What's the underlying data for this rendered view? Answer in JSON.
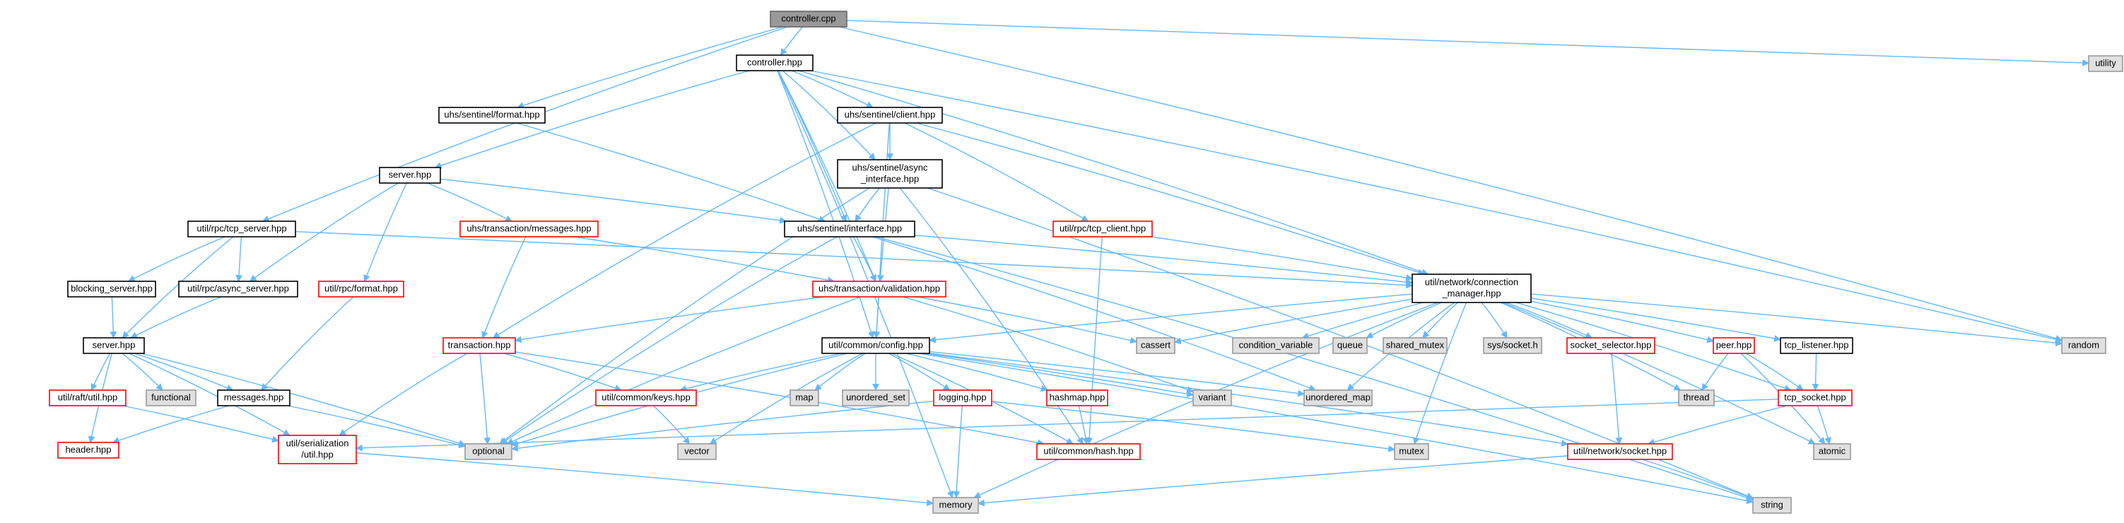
{
  "colors": {
    "edge": "#63b8ff",
    "root_fill": "#999999",
    "node_stroke_black": "#000000",
    "node_stroke_red": "#ff0000",
    "external_fill": "#e0e0e0",
    "external_stroke": "#999999",
    "node_fill": "#ffffff"
  },
  "nodes": [
    {
      "id": "controller_cpp",
      "lines": [
        "controller.cpp"
      ],
      "style": "root"
    },
    {
      "id": "controller_hpp",
      "lines": [
        "controller.hpp"
      ],
      "style": "normal"
    },
    {
      "id": "utility",
      "lines": [
        "utility"
      ],
      "style": "external"
    },
    {
      "id": "uhs_sentinel_format",
      "lines": [
        "uhs/sentinel/format.hpp"
      ],
      "style": "normal"
    },
    {
      "id": "uhs_sentinel_client",
      "lines": [
        "uhs/sentinel/client.hpp"
      ],
      "style": "normal"
    },
    {
      "id": "random",
      "lines": [
        "random"
      ],
      "style": "external"
    },
    {
      "id": "server_hpp_top",
      "lines": [
        "server.hpp"
      ],
      "style": "normal"
    },
    {
      "id": "uhs_sentinel_async",
      "lines": [
        "uhs/sentinel/async",
        "_interface.hpp"
      ],
      "style": "normal"
    },
    {
      "id": "util_rpc_tcp_server",
      "lines": [
        "util/rpc/tcp_server.hpp"
      ],
      "style": "normal"
    },
    {
      "id": "uhs_transaction_messages",
      "lines": [
        "uhs/transaction/messages.hpp"
      ],
      "style": "red"
    },
    {
      "id": "uhs_sentinel_interface",
      "lines": [
        "uhs/sentinel/interface.hpp"
      ],
      "style": "normal"
    },
    {
      "id": "util_rpc_tcp_client",
      "lines": [
        "util/rpc/tcp_client.hpp"
      ],
      "style": "red"
    },
    {
      "id": "util_network_connection_manager",
      "lines": [
        "util/network/connection",
        "_manager.hpp"
      ],
      "style": "normal"
    },
    {
      "id": "blocking_server",
      "lines": [
        "blocking_server.hpp"
      ],
      "style": "normal"
    },
    {
      "id": "util_rpc_async_server",
      "lines": [
        "util/rpc/async_server.hpp"
      ],
      "style": "normal"
    },
    {
      "id": "util_rpc_format",
      "lines": [
        "util/rpc/format.hpp"
      ],
      "style": "red"
    },
    {
      "id": "uhs_transaction_validation",
      "lines": [
        "uhs/transaction/validation.hpp"
      ],
      "style": "red"
    },
    {
      "id": "server_hpp",
      "lines": [
        "server.hpp"
      ],
      "style": "normal"
    },
    {
      "id": "transaction_hpp",
      "lines": [
        "transaction.hpp"
      ],
      "style": "red"
    },
    {
      "id": "util_common_config",
      "lines": [
        "util/common/config.hpp"
      ],
      "style": "normal"
    },
    {
      "id": "cassert",
      "lines": [
        "cassert"
      ],
      "style": "external"
    },
    {
      "id": "condition_variable",
      "lines": [
        "condition_variable"
      ],
      "style": "external"
    },
    {
      "id": "queue",
      "lines": [
        "queue"
      ],
      "style": "external"
    },
    {
      "id": "shared_mutex",
      "lines": [
        "shared_mutex"
      ],
      "style": "external"
    },
    {
      "id": "sys_socket",
      "lines": [
        "sys/socket.h"
      ],
      "style": "external"
    },
    {
      "id": "socket_selector",
      "lines": [
        "socket_selector.hpp"
      ],
      "style": "red"
    },
    {
      "id": "peer_hpp",
      "lines": [
        "peer.hpp"
      ],
      "style": "red"
    },
    {
      "id": "tcp_listener",
      "lines": [
        "tcp_listener.hpp"
      ],
      "style": "normal"
    },
    {
      "id": "util_raft_util",
      "lines": [
        "util/raft/util.hpp"
      ],
      "style": "red"
    },
    {
      "id": "functional",
      "lines": [
        "functional"
      ],
      "style": "external"
    },
    {
      "id": "messages_hpp",
      "lines": [
        "messages.hpp"
      ],
      "style": "normal"
    },
    {
      "id": "map",
      "lines": [
        "map"
      ],
      "style": "external"
    },
    {
      "id": "unordered_set",
      "lines": [
        "unordered_set"
      ],
      "style": "external"
    },
    {
      "id": "util_common_keys",
      "lines": [
        "util/common/keys.hpp"
      ],
      "style": "red"
    },
    {
      "id": "logging_hpp",
      "lines": [
        "logging.hpp"
      ],
      "style": "red"
    },
    {
      "id": "hashmap_hpp",
      "lines": [
        "hashmap.hpp"
      ],
      "style": "red"
    },
    {
      "id": "variant",
      "lines": [
        "variant"
      ],
      "style": "external"
    },
    {
      "id": "unordered_map",
      "lines": [
        "unordered_map"
      ],
      "style": "external"
    },
    {
      "id": "thread",
      "lines": [
        "thread"
      ],
      "style": "external"
    },
    {
      "id": "tcp_socket",
      "lines": [
        "tcp_socket.hpp"
      ],
      "style": "red"
    },
    {
      "id": "header_hpp",
      "lines": [
        "header.hpp"
      ],
      "style": "red"
    },
    {
      "id": "util_serialization_util",
      "lines": [
        "util/serialization",
        "/util.hpp"
      ],
      "style": "red"
    },
    {
      "id": "optional",
      "lines": [
        "optional"
      ],
      "style": "external"
    },
    {
      "id": "vector",
      "lines": [
        "vector"
      ],
      "style": "external"
    },
    {
      "id": "util_common_hash",
      "lines": [
        "util/common/hash.hpp"
      ],
      "style": "red"
    },
    {
      "id": "mutex",
      "lines": [
        "mutex"
      ],
      "style": "external"
    },
    {
      "id": "util_network_socket",
      "lines": [
        "util/network/socket.hpp"
      ],
      "style": "red"
    },
    {
      "id": "atomic",
      "lines": [
        "atomic"
      ],
      "style": "external"
    },
    {
      "id": "memory",
      "lines": [
        "memory"
      ],
      "style": "external"
    },
    {
      "id": "string",
      "lines": [
        "string"
      ],
      "style": "external"
    }
  ],
  "edges": [
    [
      "controller_cpp",
      "controller_hpp"
    ],
    [
      "controller_cpp",
      "utility"
    ],
    [
      "controller_cpp",
      "uhs_sentinel_format"
    ],
    [
      "controller_cpp",
      "random"
    ],
    [
      "controller_cpp",
      "util_rpc_tcp_server"
    ],
    [
      "controller_hpp",
      "uhs_sentinel_client"
    ],
    [
      "controller_hpp",
      "server_hpp_top"
    ],
    [
      "controller_hpp",
      "uhs_sentinel_async"
    ],
    [
      "controller_hpp",
      "uhs_sentinel_interface"
    ],
    [
      "controller_hpp",
      "util_network_connection_manager"
    ],
    [
      "controller_hpp",
      "util_common_config"
    ],
    [
      "controller_hpp",
      "uhs_transaction_validation"
    ],
    [
      "controller_hpp",
      "random"
    ],
    [
      "controller_hpp",
      "memory"
    ],
    [
      "uhs_sentinel_format",
      "uhs_sentinel_interface"
    ],
    [
      "uhs_sentinel_client",
      "uhs_sentinel_async"
    ],
    [
      "uhs_sentinel_client",
      "util_rpc_tcp_client"
    ],
    [
      "uhs_sentinel_client",
      "util_network_connection_manager"
    ],
    [
      "uhs_sentinel_client",
      "transaction_hpp"
    ],
    [
      "uhs_sentinel_client",
      "util_common_config"
    ],
    [
      "server_hpp_top",
      "uhs_transaction_messages"
    ],
    [
      "server_hpp_top",
      "util_rpc_async_server"
    ],
    [
      "server_hpp_top",
      "util_rpc_format"
    ],
    [
      "server_hpp_top",
      "uhs_sentinel_interface"
    ],
    [
      "uhs_sentinel_async",
      "uhs_sentinel_interface"
    ],
    [
      "uhs_sentinel_async",
      "uhs_transaction_validation"
    ],
    [
      "uhs_sentinel_async",
      "optional"
    ],
    [
      "uhs_sentinel_async",
      "string"
    ],
    [
      "uhs_sentinel_async",
      "util_common_hash"
    ],
    [
      "util_rpc_tcp_server",
      "blocking_server"
    ],
    [
      "util_rpc_tcp_server",
      "util_rpc_async_server"
    ],
    [
      "util_rpc_tcp_server",
      "server_hpp"
    ],
    [
      "util_rpc_tcp_server",
      "util_network_connection_manager"
    ],
    [
      "uhs_transaction_messages",
      "transaction_hpp"
    ],
    [
      "uhs_transaction_messages",
      "uhs_transaction_validation"
    ],
    [
      "uhs_sentinel_interface",
      "uhs_transaction_validation"
    ],
    [
      "uhs_sentinel_interface",
      "util_network_connection_manager"
    ],
    [
      "uhs_sentinel_interface",
      "unordered_map"
    ],
    [
      "uhs_sentinel_interface",
      "string"
    ],
    [
      "uhs_sentinel_interface",
      "optional"
    ],
    [
      "util_rpc_tcp_client",
      "util_network_connection_manager"
    ],
    [
      "util_rpc_tcp_client",
      "util_common_hash"
    ],
    [
      "util_network_connection_manager",
      "util_common_config"
    ],
    [
      "util_network_connection_manager",
      "cassert"
    ],
    [
      "util_network_connection_manager",
      "condition_variable"
    ],
    [
      "util_network_connection_manager",
      "queue"
    ],
    [
      "util_network_connection_manager",
      "shared_mutex"
    ],
    [
      "util_network_connection_manager",
      "sys_socket"
    ],
    [
      "util_network_connection_manager",
      "socket_selector"
    ],
    [
      "util_network_connection_manager",
      "peer_hpp"
    ],
    [
      "util_network_connection_manager",
      "tcp_listener"
    ],
    [
      "util_network_connection_manager",
      "thread"
    ],
    [
      "util_network_connection_manager",
      "tcp_socket"
    ],
    [
      "util_network_connection_manager",
      "atomic"
    ],
    [
      "util_network_connection_manager",
      "random"
    ],
    [
      "util_network_connection_manager",
      "unordered_map"
    ],
    [
      "util_network_connection_manager",
      "mutex"
    ],
    [
      "util_network_connection_manager",
      "memory"
    ],
    [
      "blocking_server",
      "server_hpp"
    ],
    [
      "util_rpc_async_server",
      "server_hpp"
    ],
    [
      "util_rpc_format",
      "messages_hpp"
    ],
    [
      "uhs_transaction_validation",
      "transaction_hpp"
    ],
    [
      "uhs_transaction_validation",
      "cassert"
    ],
    [
      "uhs_transaction_validation",
      "optional"
    ],
    [
      "uhs_transaction_validation",
      "util_common_config"
    ],
    [
      "uhs_transaction_validation",
      "variant"
    ],
    [
      "server_hpp",
      "util_raft_util"
    ],
    [
      "server_hpp",
      "functional"
    ],
    [
      "server_hpp",
      "messages_hpp"
    ],
    [
      "server_hpp",
      "header_hpp"
    ],
    [
      "server_hpp",
      "util_serialization_util"
    ],
    [
      "server_hpp",
      "optional"
    ],
    [
      "transaction_hpp",
      "util_common_keys"
    ],
    [
      "transaction_hpp",
      "optional"
    ],
    [
      "transaction_hpp",
      "util_serialization_util"
    ],
    [
      "transaction_hpp",
      "util_common_hash"
    ],
    [
      "util_common_config",
      "map"
    ],
    [
      "util_common_config",
      "unordered_set"
    ],
    [
      "util_common_config",
      "util_common_keys"
    ],
    [
      "util_common_config",
      "logging_hpp"
    ],
    [
      "util_common_config",
      "hashmap_hpp"
    ],
    [
      "util_common_config",
      "variant"
    ],
    [
      "util_common_config",
      "unordered_map"
    ],
    [
      "util_common_config",
      "optional"
    ],
    [
      "util_common_config",
      "vector"
    ],
    [
      "util_common_config",
      "util_common_hash"
    ],
    [
      "util_common_config",
      "util_network_socket"
    ],
    [
      "util_common_config",
      "string"
    ],
    [
      "socket_selector",
      "util_network_socket"
    ],
    [
      "peer_hpp",
      "thread"
    ],
    [
      "peer_hpp",
      "tcp_socket"
    ],
    [
      "peer_hpp",
      "atomic"
    ],
    [
      "tcp_listener",
      "tcp_socket"
    ],
    [
      "tcp_socket",
      "util_network_socket"
    ],
    [
      "tcp_socket",
      "atomic"
    ],
    [
      "tcp_socket",
      "util_serialization_util"
    ],
    [
      "util_raft_util",
      "util_serialization_util"
    ],
    [
      "messages_hpp",
      "header_hpp"
    ],
    [
      "messages_hpp",
      "optional"
    ],
    [
      "util_common_keys",
      "vector"
    ],
    [
      "logging_hpp",
      "memory"
    ],
    [
      "logging_hpp",
      "mutex"
    ],
    [
      "logging_hpp",
      "optional"
    ],
    [
      "hashmap_hpp",
      "util_common_hash"
    ],
    [
      "util_serialization_util",
      "memory"
    ],
    [
      "util_network_socket",
      "memory"
    ],
    [
      "util_network_socket",
      "string"
    ]
  ]
}
